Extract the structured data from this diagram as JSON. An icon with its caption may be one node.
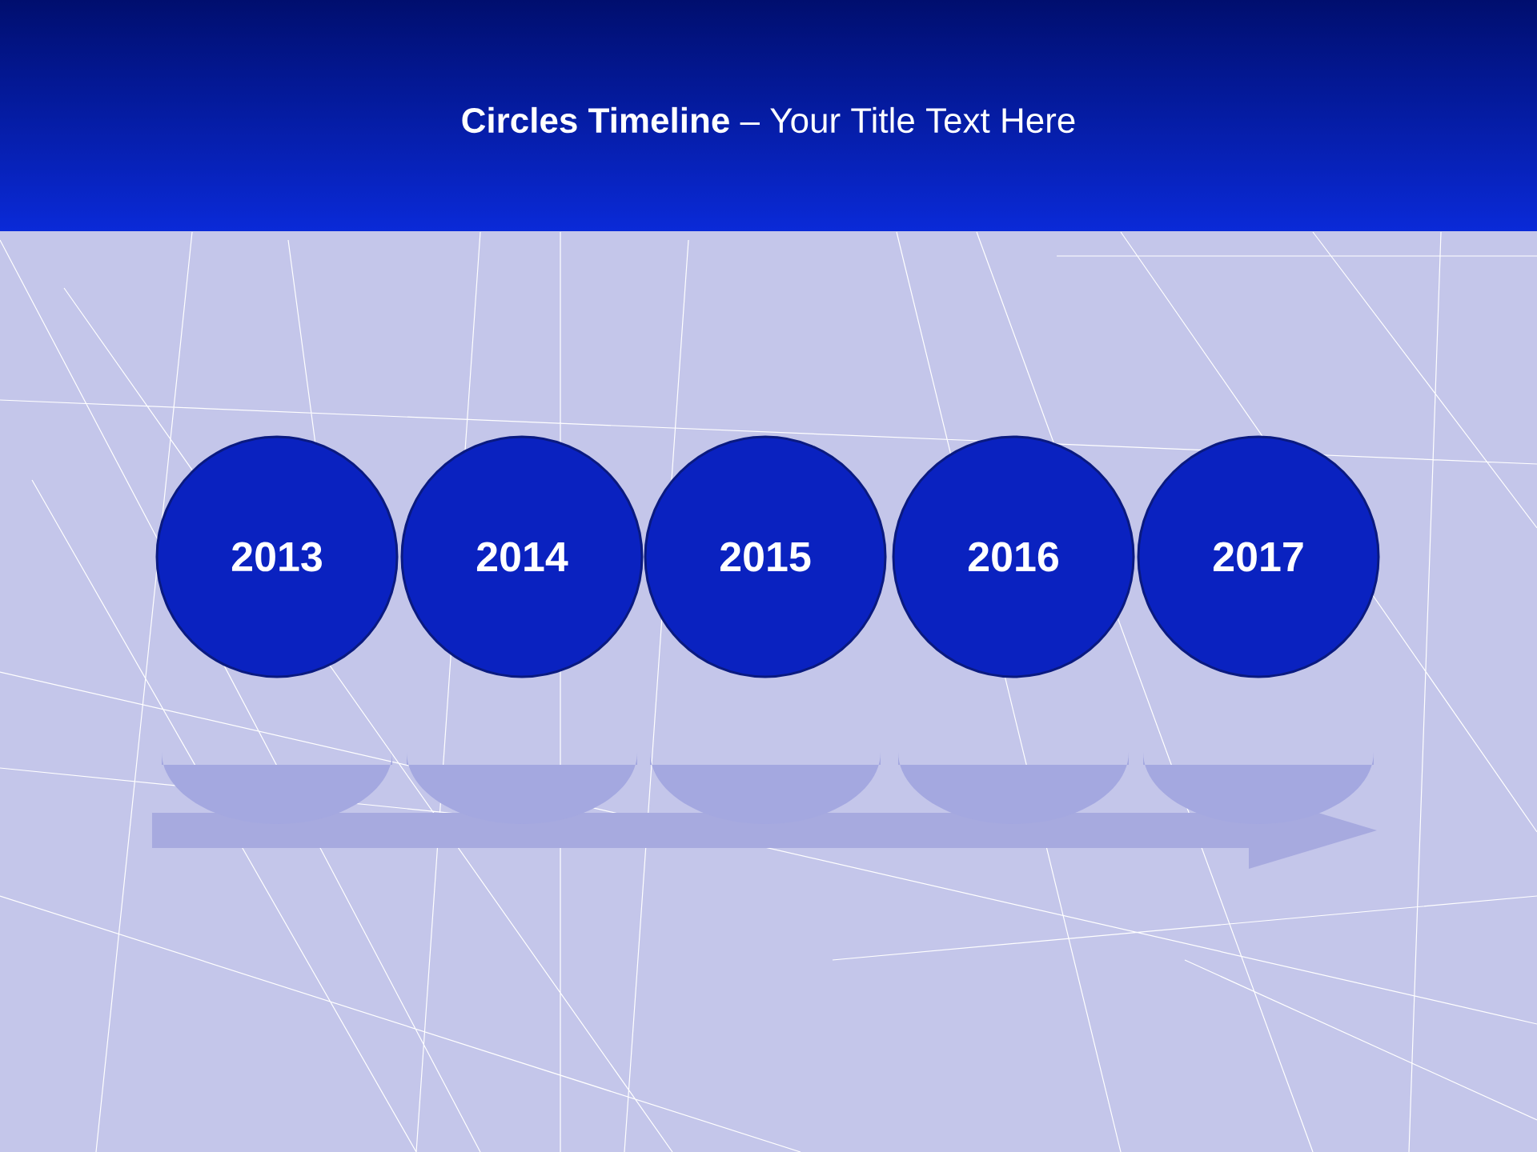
{
  "diagram": {
    "title": "**Circles Timeline** – Your Title Text Here",
    "nodes": [
      {
        "text": [
          "2013"
        ]
      },
      {
        "text": [
          "2014"
        ]
      },
      {
        "text": [
          "2015"
        ]
      },
      {
        "text": [
          "2016"
        ]
      },
      {
        "text": [
          "2017"
        ]
      }
    ]
  }
}
